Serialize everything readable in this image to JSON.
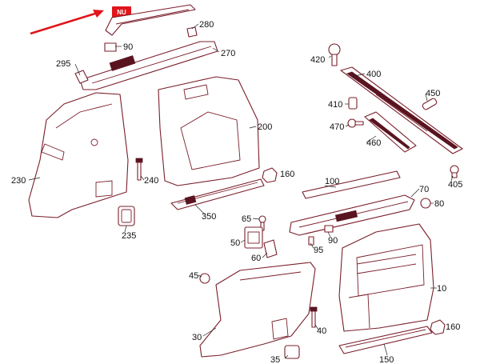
{
  "highlight_label": "NU",
  "colors": {
    "part_stroke": "#7a1f2b",
    "arrow": "#e0161b",
    "highlight_box": "#e0161b"
  },
  "callouts": {
    "c280": "280",
    "c90a": "90",
    "c295": "295",
    "c270": "270",
    "c420": "420",
    "c400": "400",
    "c450": "450",
    "c410": "410",
    "c470": "470",
    "c460": "460",
    "c200": "200",
    "c230": "230",
    "c240": "240",
    "c160a": "160",
    "c405": "405",
    "c100": "100",
    "c70": "70",
    "c80": "80",
    "c350": "350",
    "c65": "65",
    "c50": "50",
    "c60": "60",
    "c95": "95",
    "c90b": "90",
    "c235": "235",
    "c45": "45",
    "c10": "10",
    "c30": "30",
    "c40": "40",
    "c160b": "160",
    "c35": "35",
    "c150": "150"
  }
}
